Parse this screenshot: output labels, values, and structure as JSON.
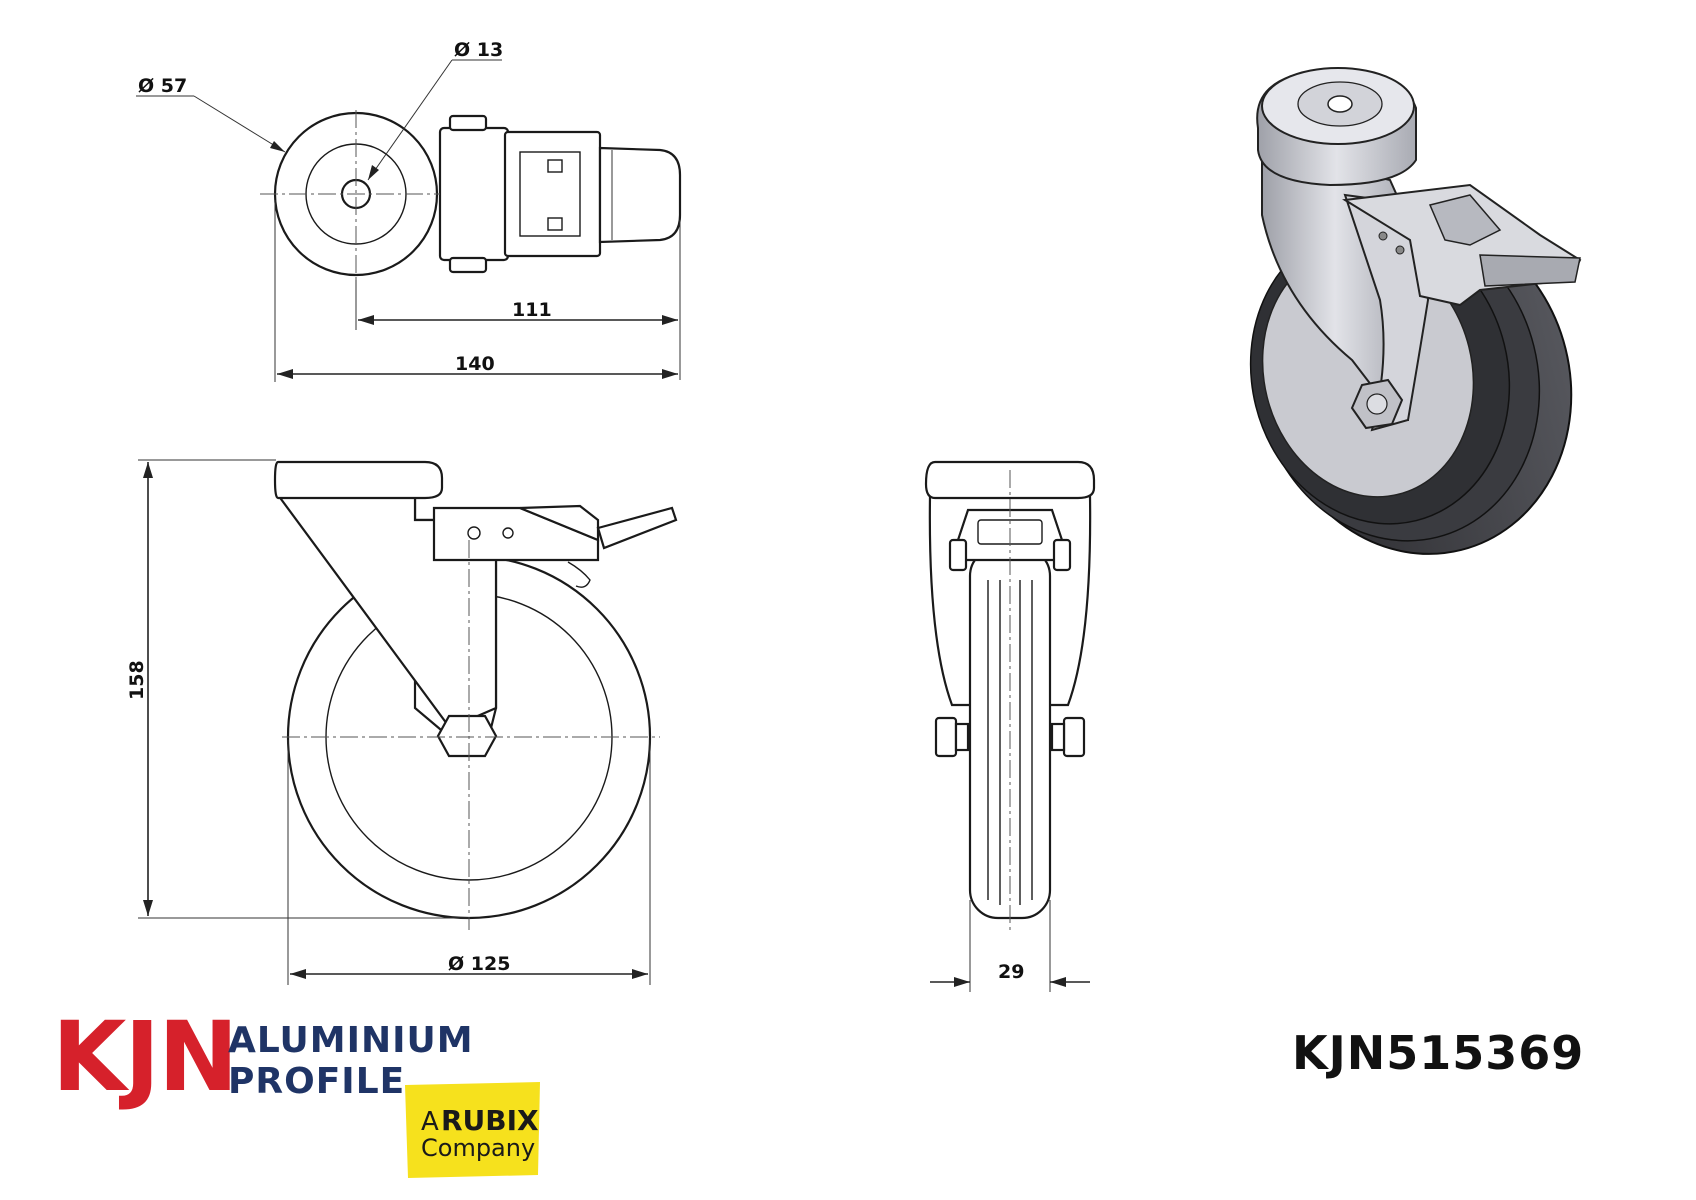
{
  "dimensions": {
    "top_wheel_dia": "Ø 57",
    "bolt_hole_dia": "Ø 13",
    "offset": "111",
    "overall_length": "140",
    "height": "158",
    "wheel_dia": "Ø 125",
    "wheel_width": "29"
  },
  "brand": {
    "kjn": "KJN",
    "line1": "ALUMINIUM",
    "line2": "PROFILE",
    "badge_a": "A",
    "badge_rubix": "RUBIX",
    "badge_company": "Company",
    "red": "#d6212b",
    "navy": "#1f3466",
    "yellow": "#f6e11d"
  },
  "product_code": "KJN515369"
}
